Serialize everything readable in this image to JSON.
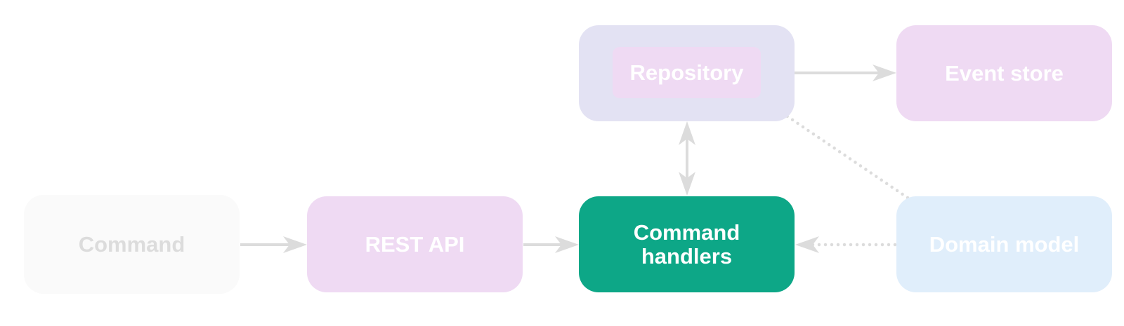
{
  "nodes": {
    "command": {
      "label": "Command"
    },
    "rest_api": {
      "label": "REST API"
    },
    "command_handlers": {
      "label": "Command\nhandlers"
    },
    "domain_model": {
      "label": "Domain model"
    },
    "repository": {
      "label": "Repository"
    },
    "event_store": {
      "label": "Event store"
    }
  },
  "edges": [
    {
      "from": "command",
      "to": "rest_api",
      "style": "solid",
      "direction": "forward"
    },
    {
      "from": "rest_api",
      "to": "command_handlers",
      "style": "solid",
      "direction": "forward"
    },
    {
      "from": "domain_model",
      "to": "command_handlers",
      "style": "dotted",
      "direction": "forward"
    },
    {
      "from": "command_handlers",
      "to": "repository",
      "style": "solid",
      "direction": "both"
    },
    {
      "from": "repository",
      "to": "event_store",
      "style": "solid",
      "direction": "both"
    },
    {
      "from": "domain_model",
      "to": "repository",
      "style": "dotted",
      "direction": "forward"
    }
  ],
  "colors": {
    "arrow": "#dcdcdc",
    "command_handlers": "#0da787",
    "rest_api": "#efdaf3",
    "event_store": "#efdaf3",
    "repository_container": "#e3e2f3",
    "domain_model": "#e0eefb",
    "command": "#fafafa"
  }
}
